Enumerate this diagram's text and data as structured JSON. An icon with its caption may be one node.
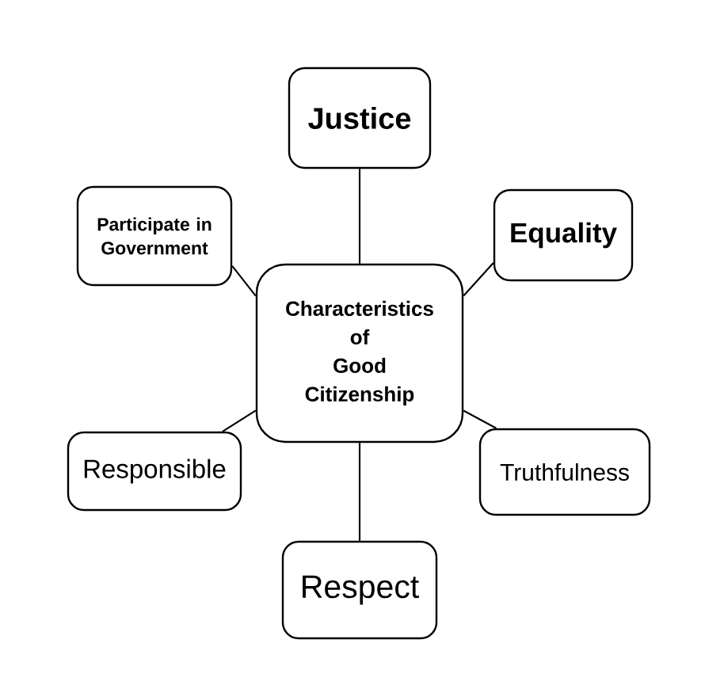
{
  "diagram": {
    "nodes": [
      {
        "text": [
          "Justice"
        ]
      },
      {
        "text": [
          "Participate in Government"
        ]
      },
      {
        "text": [
          "Equality"
        ]
      },
      {
        "text": [
          "Characteristics of Good Citizenship"
        ]
      },
      {
        "text": [
          "Responsible"
        ]
      },
      {
        "text": [
          "Truthfulness"
        ]
      },
      {
        "text": [
          "Respect"
        ]
      }
    ],
    "edges": [
      {
        "from": 3,
        "to": 0,
        "arrow": "none"
      },
      {
        "from": 3,
        "to": 1,
        "arrow": "none"
      },
      {
        "from": 3,
        "to": 2,
        "arrow": "none"
      },
      {
        "from": 3,
        "to": 4,
        "arrow": "none"
      },
      {
        "from": 3,
        "to": 5,
        "arrow": "none"
      },
      {
        "from": 3,
        "to": 6,
        "arrow": "none"
      }
    ]
  }
}
